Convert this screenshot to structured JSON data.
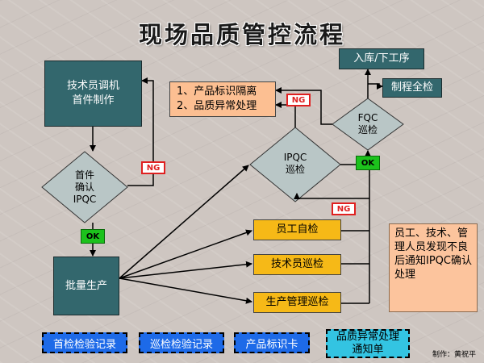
{
  "title": "现场品质管控流程",
  "nodes": {
    "tech_debug": [
      "技术员调机",
      "首件制作"
    ],
    "first_piece": [
      "首件",
      "确认",
      "IPQC"
    ],
    "mass_production": "批量生产",
    "handling": [
      "1、产品标识隔离",
      "2、品质异常处理"
    ],
    "ipqc_patrol": [
      "IPQC",
      "巡检"
    ],
    "self_check": "员工自检",
    "tech_patrol": "技术员巡检",
    "mgmt_patrol": "生产管理巡检",
    "fqc_patrol": [
      "FQC",
      "巡检"
    ],
    "warehouse": "入库/下工序",
    "full_check": "制程全检"
  },
  "labels": {
    "ng": "NG",
    "ok": "OK"
  },
  "note": "员工、技术、管理人员发现不良后通知IPQC确认处理",
  "records": [
    "首检检验记录",
    "巡检检验记录",
    "产品标识卡",
    "品质异常处理通知单"
  ],
  "author": "制作：黄祝平",
  "colors": {
    "teal": "#33676d",
    "grey_diamond": "#b9c6c6",
    "orange": "#fcbf92",
    "gold": "#f6b917",
    "ng_red": "#e02020",
    "ok_green": "#1cc21c",
    "record_blue": "#1d6ae8",
    "record_cyan": "#33c4e2"
  }
}
